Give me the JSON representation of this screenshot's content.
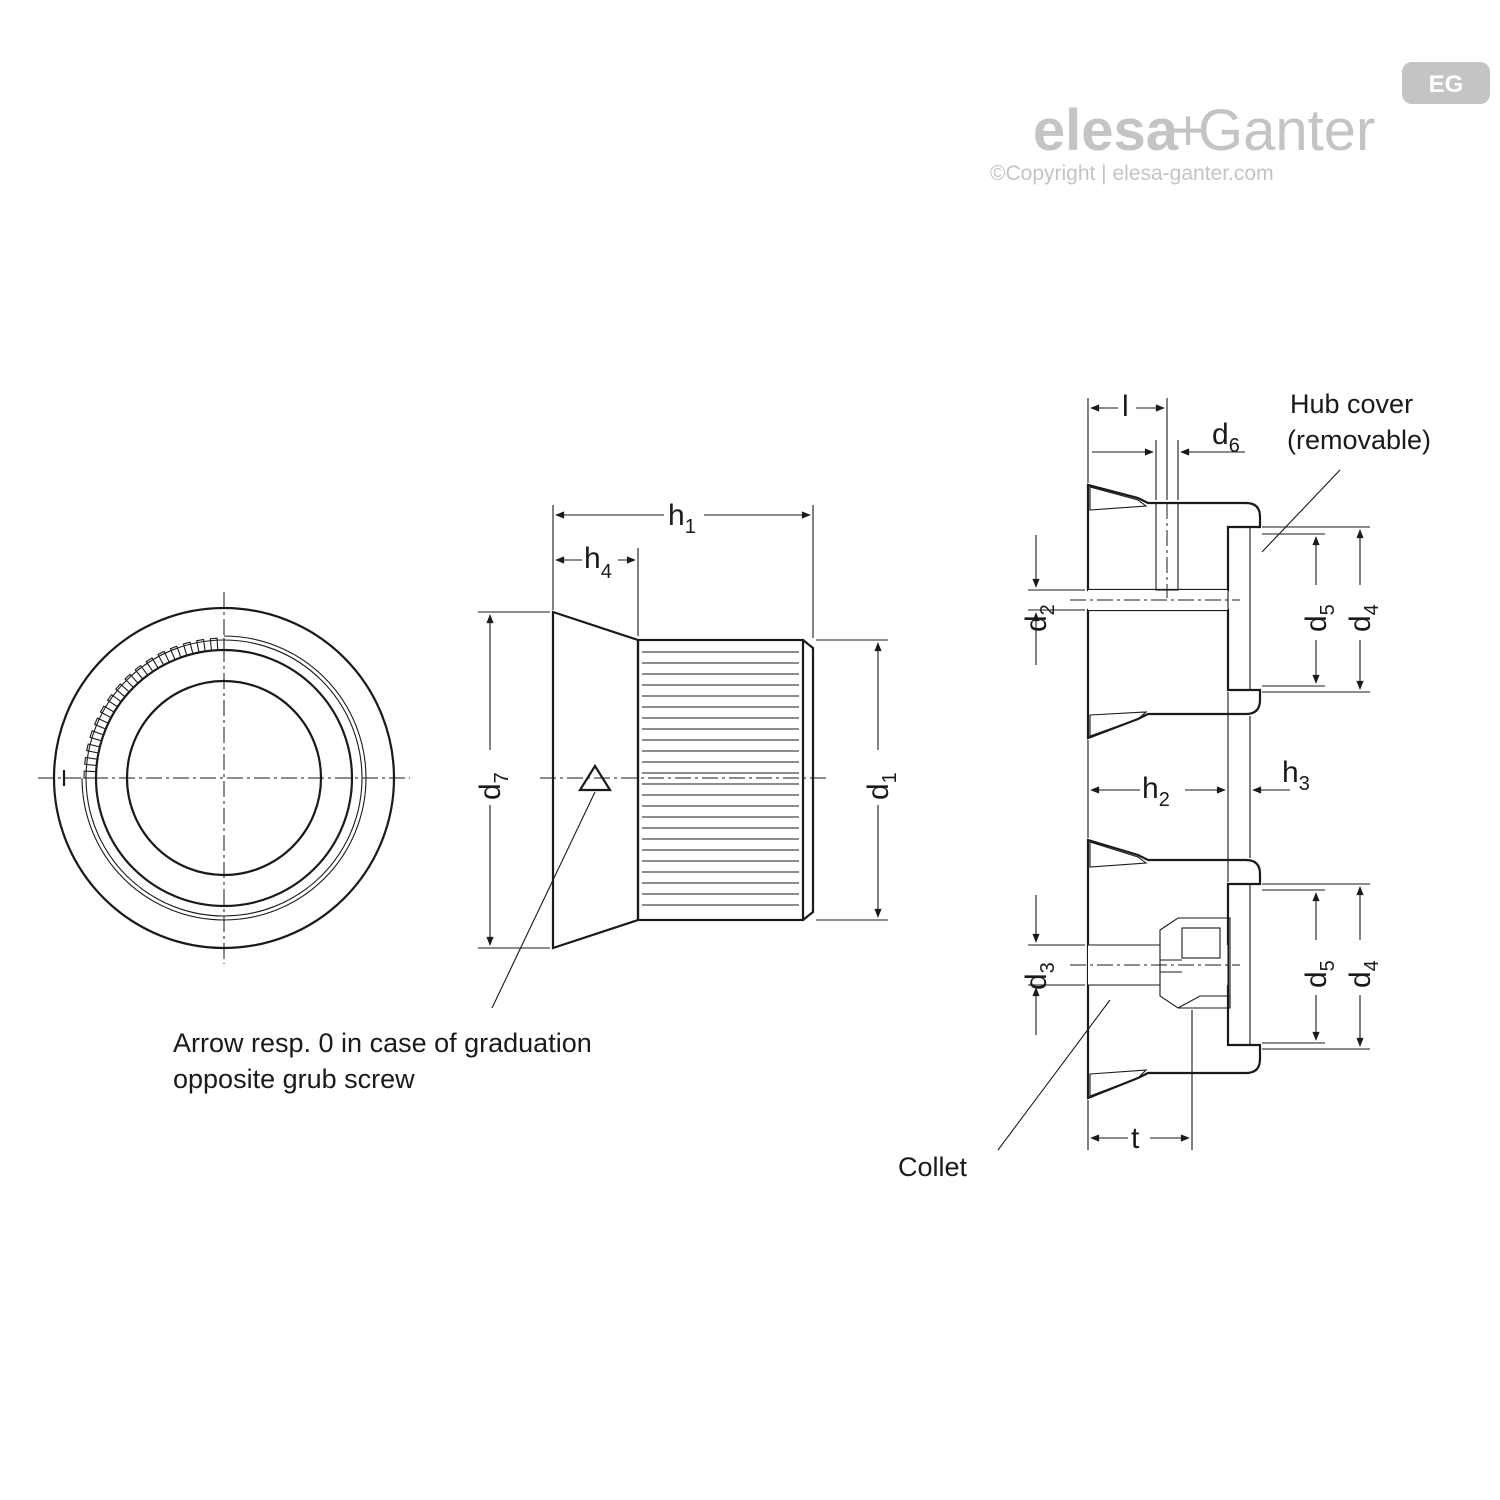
{
  "logo": {
    "badge": "EG",
    "brand_left": "elesa",
    "brand_plus": "+",
    "brand_right": "Ganter",
    "copyright": "©Copyright | elesa-ganter.com"
  },
  "dimensions": {
    "h1": {
      "main": "h",
      "sub": "1"
    },
    "h4": {
      "main": "h",
      "sub": "4"
    },
    "d7": {
      "main": "d",
      "sub": "7"
    },
    "d1": {
      "main": "d",
      "sub": "1"
    },
    "l": {
      "main": "l",
      "sub": ""
    },
    "d6": {
      "main": "d",
      "sub": "6"
    },
    "d2": {
      "main": "d",
      "sub": "2"
    },
    "d5_top": {
      "main": "d",
      "sub": "5"
    },
    "d4_top": {
      "main": "d",
      "sub": "4"
    },
    "h2": {
      "main": "h",
      "sub": "2"
    },
    "h3": {
      "main": "h",
      "sub": "3"
    },
    "d3": {
      "main": "d",
      "sub": "3"
    },
    "d5_bottom": {
      "main": "d",
      "sub": "5"
    },
    "d4_bottom": {
      "main": "d",
      "sub": "4"
    },
    "t": {
      "main": "t",
      "sub": ""
    }
  },
  "notes": {
    "arrow_line1": "Arrow resp. 0 in case of graduation",
    "arrow_line2": "opposite grub screw",
    "hub_cover_line1": "Hub cover",
    "hub_cover_line2": "(removable)",
    "collet": "Collet"
  },
  "colors": {
    "line": "#1a1a1a",
    "logo_grey": "#c4c4c4",
    "background": "#ffffff"
  }
}
